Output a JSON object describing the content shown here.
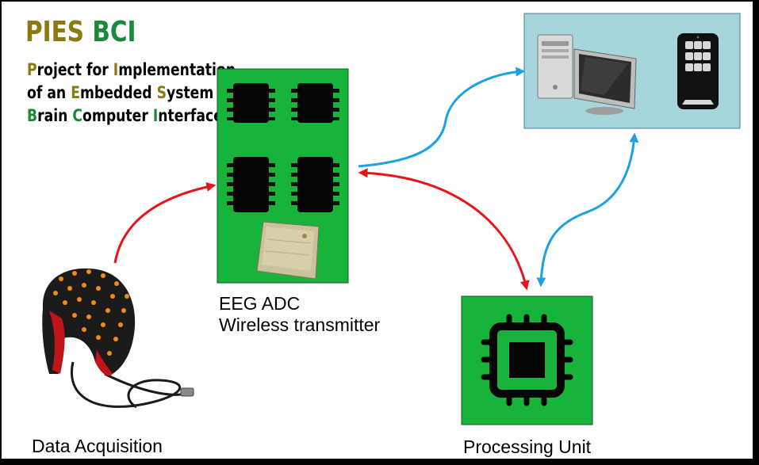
{
  "header": {
    "title_part1": "PIES",
    "title_part2": "BCI",
    "subtitle_line1": [
      {
        "text": "P",
        "hl": "olive"
      },
      {
        "text": "roject for ",
        "hl": ""
      },
      {
        "text": "I",
        "hl": "olive"
      },
      {
        "text": "mplementation",
        "hl": ""
      }
    ],
    "subtitle_line2": [
      {
        "text": "of an ",
        "hl": ""
      },
      {
        "text": "E",
        "hl": "olive"
      },
      {
        "text": "mbedded ",
        "hl": ""
      },
      {
        "text": "S",
        "hl": "olive"
      },
      {
        "text": "ystem for",
        "hl": ""
      }
    ],
    "subtitle_line3": [
      {
        "text": "B",
        "hl": "green"
      },
      {
        "text": "rain ",
        "hl": ""
      },
      {
        "text": "C",
        "hl": "green"
      },
      {
        "text": "omputer ",
        "hl": ""
      },
      {
        "text": "I",
        "hl": "green"
      },
      {
        "text": "nterface",
        "hl": ""
      }
    ]
  },
  "nodes": {
    "eeg_board": {
      "label_line1": "EEG ADC",
      "label_line2": "Wireless transmitter",
      "icon": "pcb-board-icon"
    },
    "processing_unit": {
      "label": "Processing Unit",
      "icon": "cpu-chip-icon"
    },
    "data_acquisition": {
      "label": "Data Acquisition",
      "icon": "eeg-cap-icon"
    },
    "computer_display": {
      "icons": [
        "desktop-computer-icon",
        "smartphone-icon"
      ]
    }
  },
  "colors": {
    "board_green": "#17b33a",
    "panel_blue": "#a7d5dc",
    "arrow_red": "#e8141a",
    "arrow_blue": "#1aa3e0",
    "title_olive": "#8a7a10",
    "title_green": "#1a8a3a"
  }
}
